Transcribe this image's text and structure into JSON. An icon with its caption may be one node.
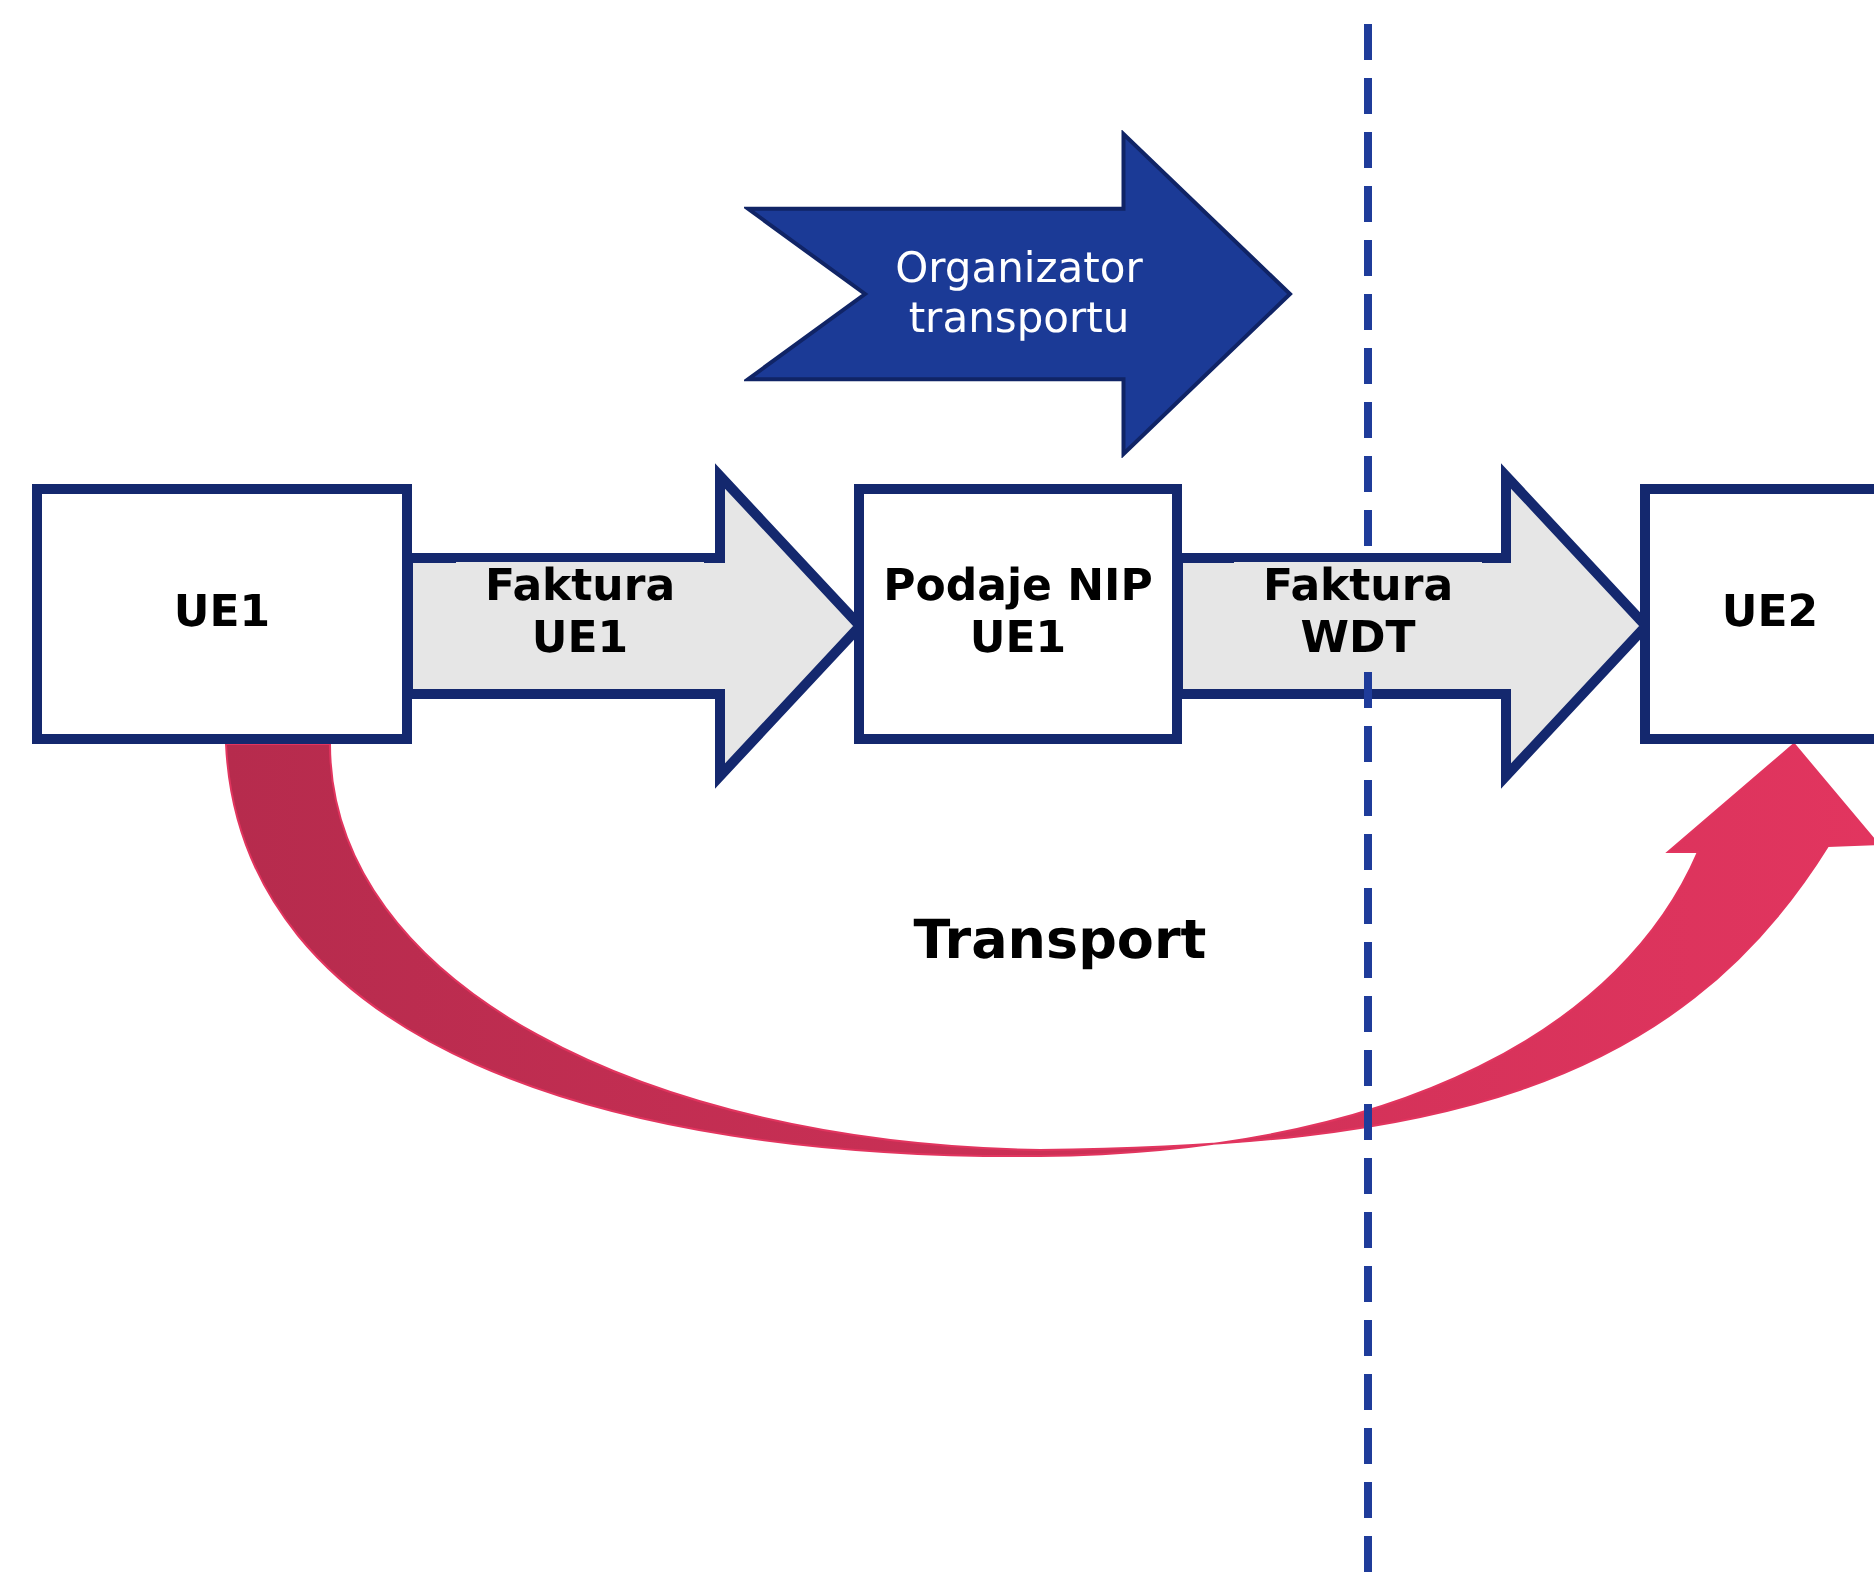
{
  "diagram": {
    "nodes": [
      {
        "text": [
          "UE1"
        ]
      },
      {
        "text": [
          "Podaje NIP UE1"
        ]
      },
      {
        "text": [
          "UE2"
        ]
      },
      {
        "text": [
          "Organizator transportu"
        ]
      }
    ],
    "edges": [
      {
        "from": 0,
        "to": 1,
        "arrow": "to",
        "label": "Faktura UE1",
        "style": "thick"
      },
      {
        "from": 1,
        "to": 2,
        "arrow": "to",
        "label": "Faktura WDT",
        "style": "thick"
      },
      {
        "from": 0,
        "to": 2,
        "arrow": "to",
        "label": "Transport",
        "color": "#e2355f"
      }
    ]
  }
}
